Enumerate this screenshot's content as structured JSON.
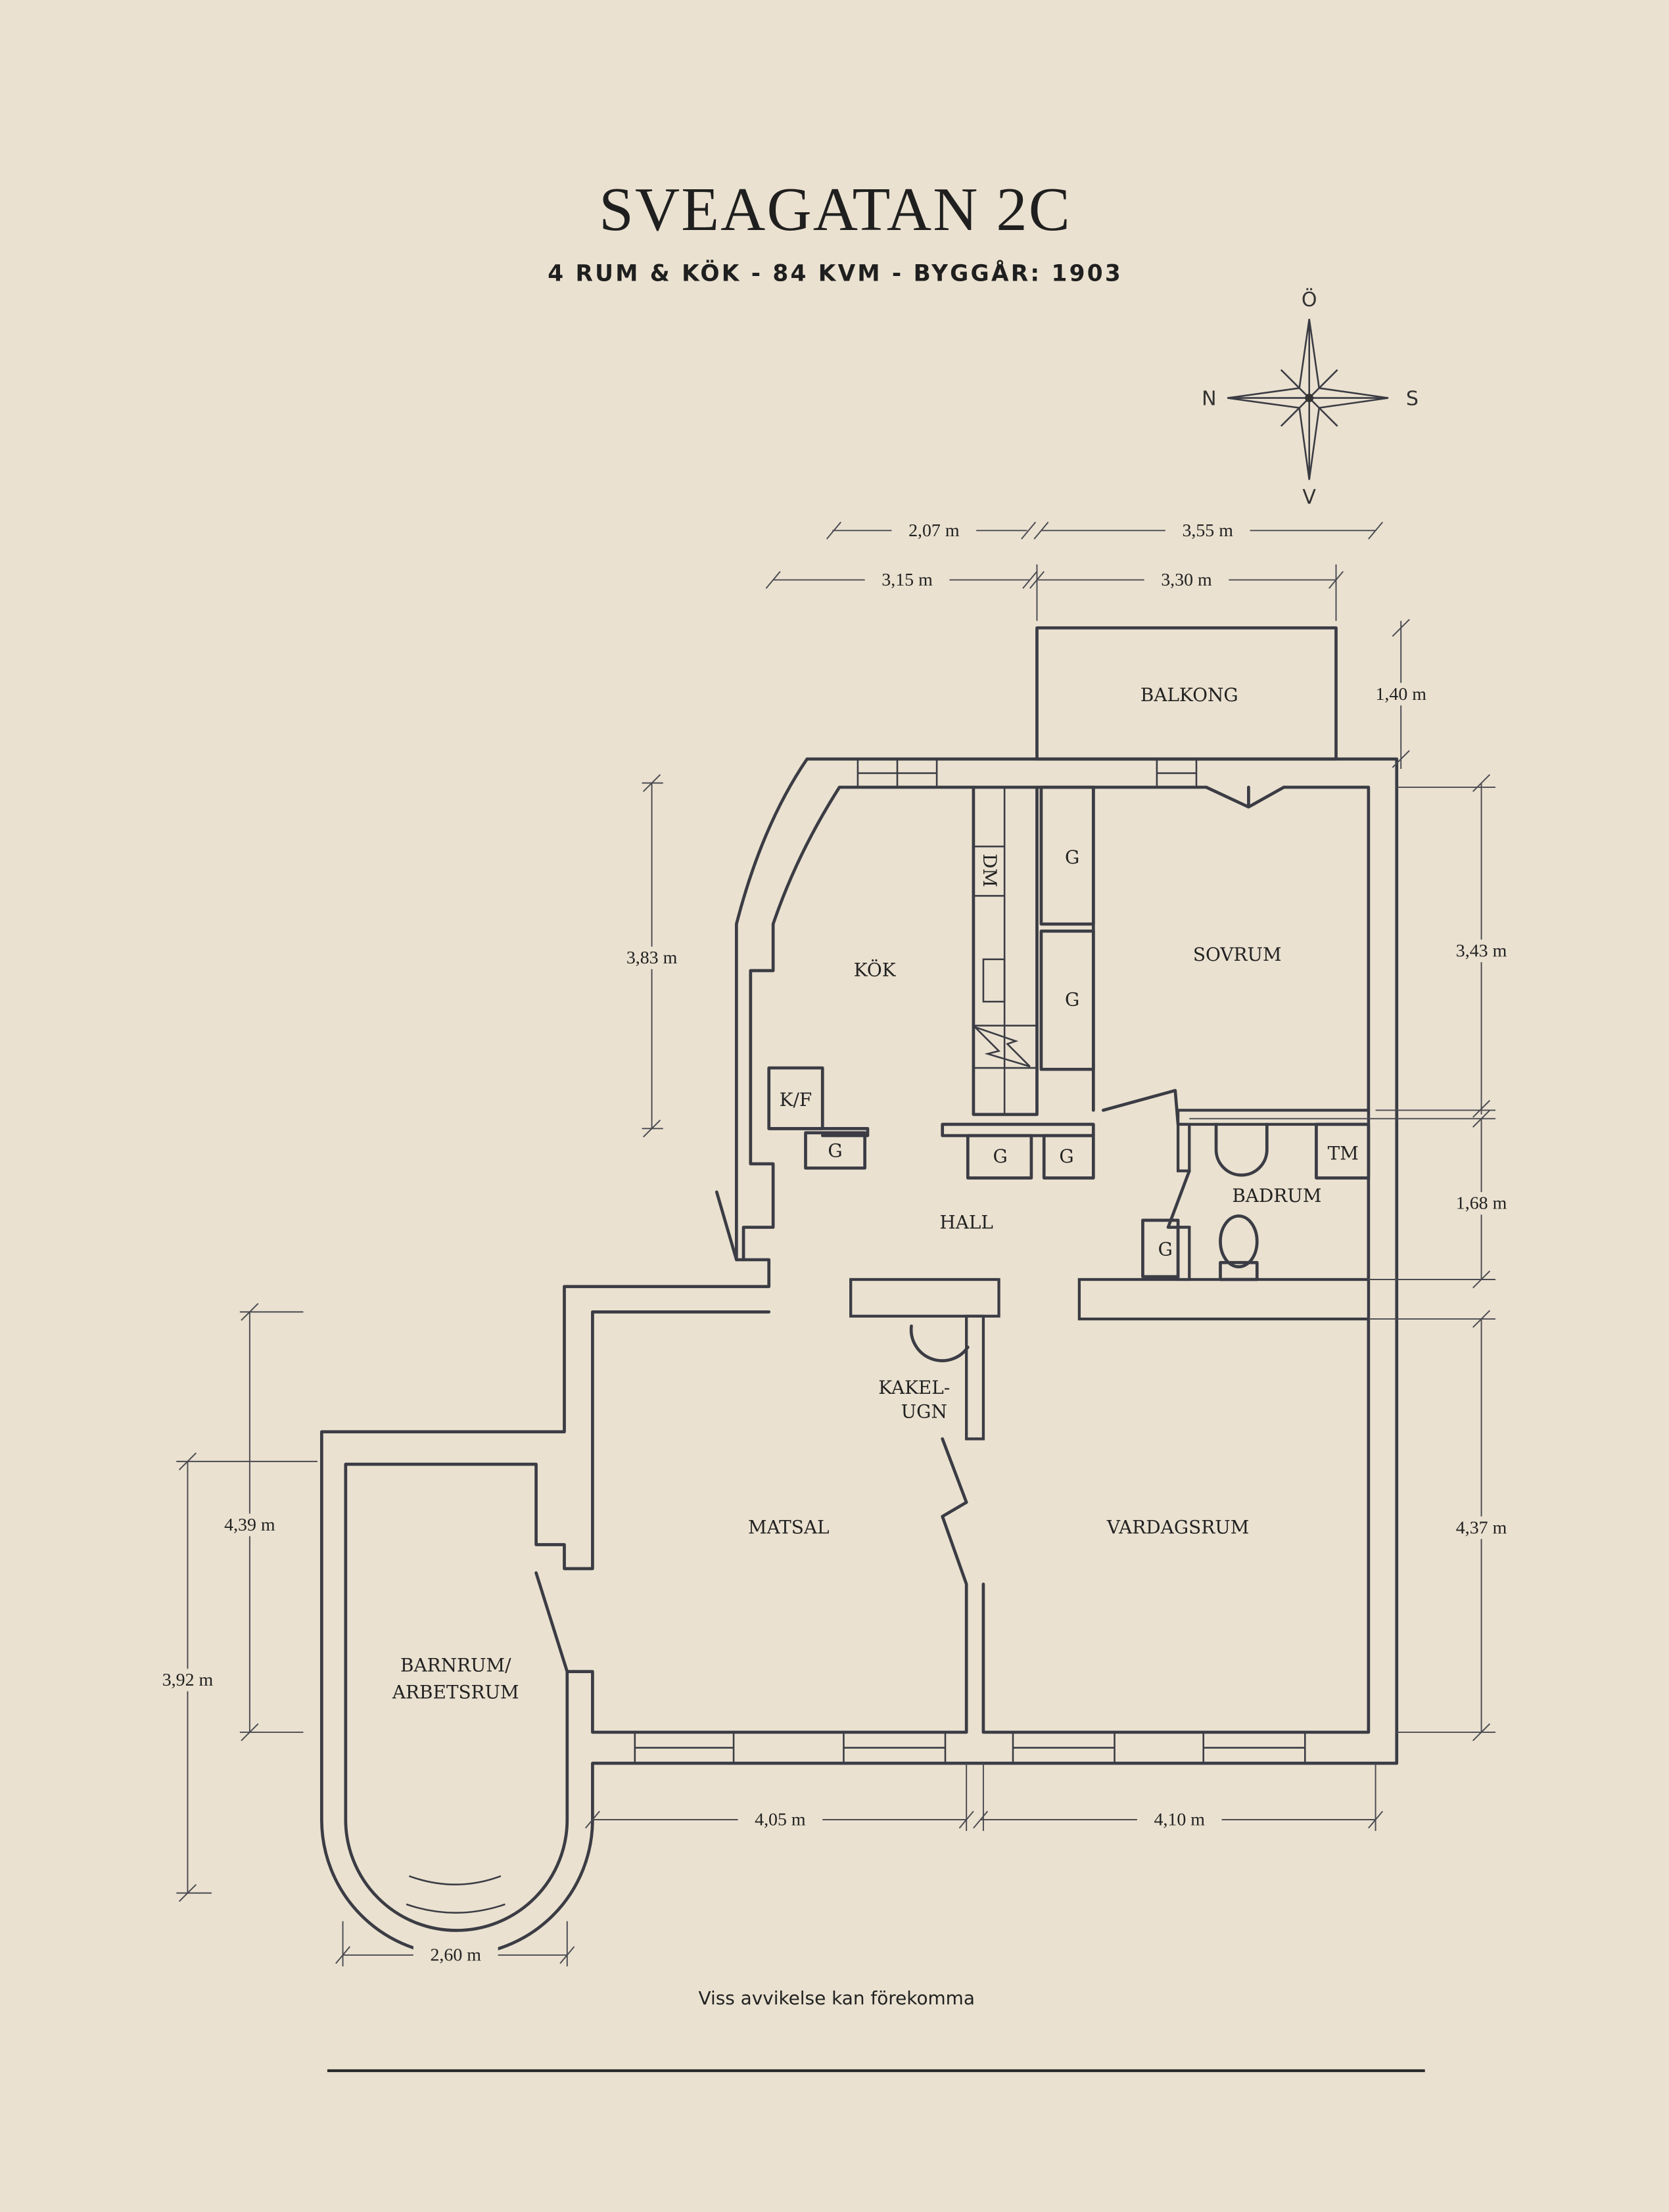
{
  "header": {
    "title": "SVEAGATAN 2C",
    "subtitle": "4 RUM & KÖK  -  84 KVM  -  BYGGÅR: 1903"
  },
  "compass": {
    "north": "N",
    "south": "S",
    "east": "Ö",
    "west": "V"
  },
  "rooms": {
    "kok": "KÖK",
    "sovrum": "SOVRUM",
    "hall": "HALL",
    "badrum": "BADRUM",
    "matsal": "MATSAL",
    "vardagsrum": "VARDAGSRUM",
    "balkong": "BALKONG",
    "kakelugn_1": "KAKEL-",
    "kakelugn_2": "UGN",
    "barnrum_1": "BARNRUM/",
    "barnrum_2": "ARBETSRUM"
  },
  "fixtures": {
    "closet": "G",
    "dishwasher": "DM",
    "fridge_freezer": "K/F",
    "washer": "TM"
  },
  "dimensions": {
    "top_1": "2,07 m",
    "top_2": "3,55 m",
    "top_3": "3,15 m",
    "top_4": "3,30 m",
    "balkong_depth": "1,40 m",
    "kok_length": "3,83 m",
    "sovrum_length": "3,43 m",
    "badrum_length": "1,68 m",
    "vardagsrum_length": "4,37 m",
    "matsal_length": "4,39 m",
    "barnrum_length": "3,92 m",
    "matsal_width": "4,05 m",
    "vardagsrum_width": "4,10 m",
    "barnrum_width": "2,60 m"
  },
  "footer": {
    "disclaimer": "Viss avvikelse kan förekomma"
  },
  "colors": {
    "background": "#EAE1D0",
    "ink": "#3b3c44"
  }
}
